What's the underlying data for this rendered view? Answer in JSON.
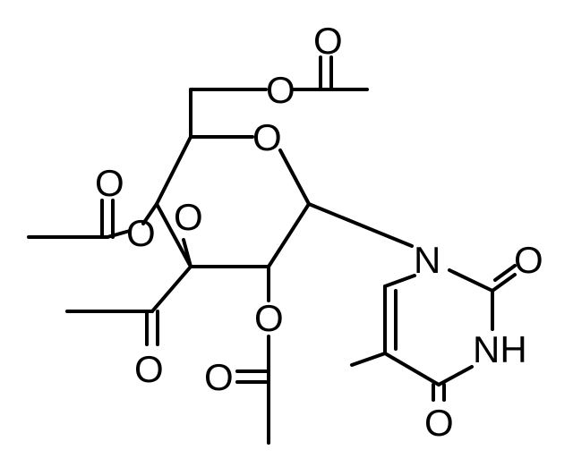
{
  "colors": {
    "bond": "#000000",
    "background": "#ffffff"
  },
  "atoms": {
    "o_6_acetyl_carbonyl": "O",
    "o_6_ester": "O",
    "o_ring": "O",
    "o_4_acetyl_carbonyl": "O",
    "o_4_ester": "O",
    "o_3_ester": "O",
    "o_3_acetyl_carbonyl": "O",
    "o_2_ester": "O",
    "o_2_acetyl_carbonyl": "O",
    "n_1": "N",
    "o_c2": "O",
    "n_3h": "NH",
    "o_c4": "O"
  }
}
